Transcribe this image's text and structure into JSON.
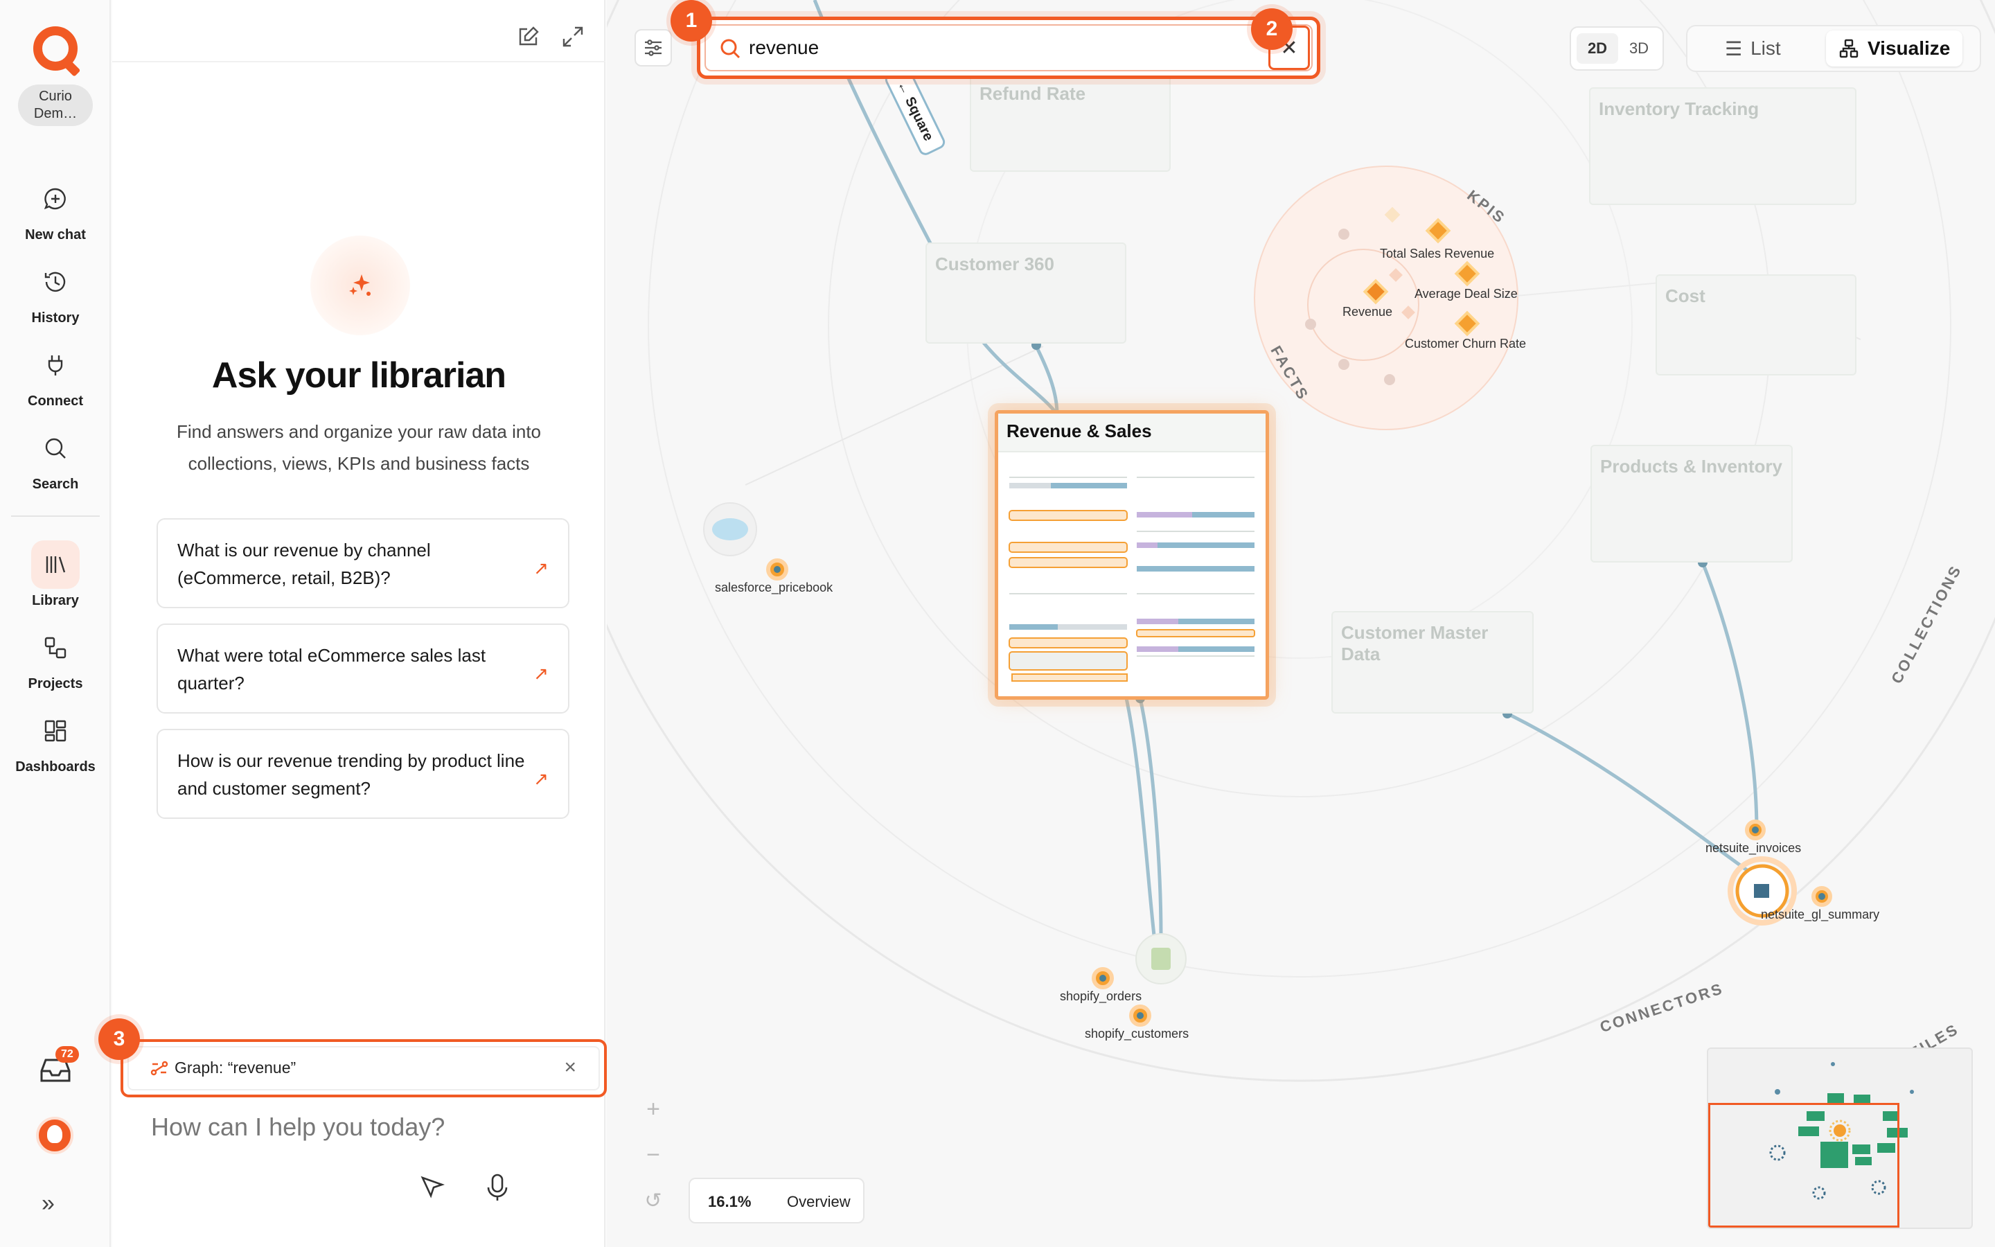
{
  "rail": {
    "workspace": "Curio Dem…",
    "items": [
      {
        "label": "New chat",
        "icon": "new-chat-icon"
      },
      {
        "label": "History",
        "icon": "history-icon"
      },
      {
        "label": "Connect",
        "icon": "plug-icon"
      },
      {
        "label": "Search",
        "icon": "search-icon"
      },
      {
        "label": "Library",
        "icon": "library-icon",
        "active": true
      },
      {
        "label": "Projects",
        "icon": "projects-icon"
      },
      {
        "label": "Dashboards",
        "icon": "dashboards-icon"
      }
    ],
    "inbox_count": "72"
  },
  "chat": {
    "title": "Ask your librarian",
    "subtitle": "Find answers and organize your raw data into collections, views, KPIs and business facts",
    "suggestions": [
      "What is our revenue by channel (eCommerce, retail, B2B)?",
      "What were total eCommerce sales last quarter?",
      "How is our revenue trending by product line and customer segment?"
    ],
    "context_pill": "Graph: “revenue”",
    "input_placeholder": "How can I help you today?"
  },
  "annotations": [
    "1",
    "2",
    "3"
  ],
  "graph": {
    "search_value": "revenue",
    "dim_options": [
      "2D",
      "3D"
    ],
    "dim_selected": "2D",
    "views": [
      "List",
      "Visualize"
    ],
    "view_selected": "Visualize",
    "zoom": "16.1%",
    "overview_label": "Overview",
    "edge_tag": "Square",
    "focus_card": "Revenue & Sales",
    "faded_cards": [
      "Refund Rate",
      "Customer 360",
      "Inventory Tracking",
      "Cost",
      "Products & Inventory",
      "Customer Master Data"
    ],
    "kpi_nodes": [
      "Total Sales Revenue",
      "Average Deal Size",
      "Revenue",
      "Customer Churn Rate"
    ],
    "sources": [
      "salesforce_pricebook",
      "shopify_orders",
      "shopify_customers",
      "netsuite_invoices",
      "netsuite_gl_summary"
    ],
    "rings": [
      "KPIS",
      "FACTS",
      "COLLECTIONS",
      "CONNECTORS",
      "FILES"
    ],
    "accent": "#f15a24"
  }
}
